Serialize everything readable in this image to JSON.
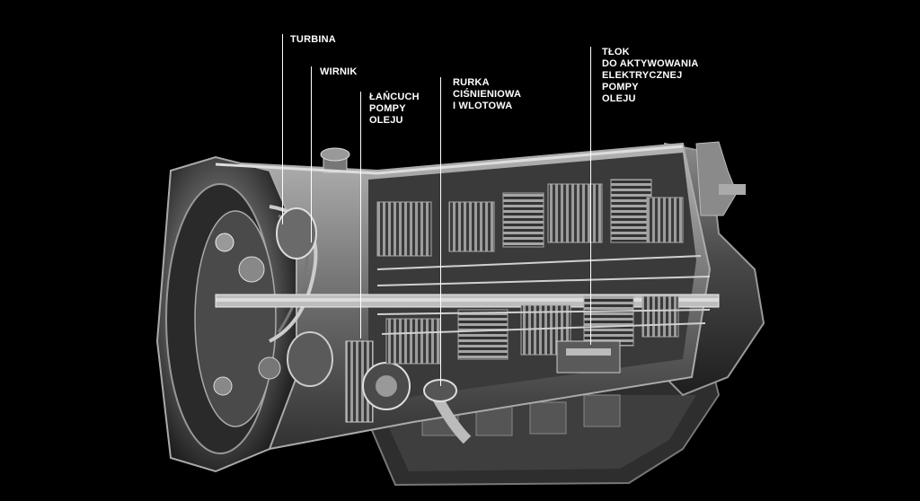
{
  "colors": {
    "background": "#000000",
    "label_text": "#ffffff",
    "leader_line": "#ffffff"
  },
  "illustration": {
    "subject": "transmission-cutaway"
  },
  "labels": {
    "turbine": {
      "lines": [
        "TURBINA"
      ]
    },
    "impeller": {
      "lines": [
        "WIRNIK"
      ]
    },
    "oil_pump_chain": {
      "lines": [
        "ŁAŃCUCH",
        "POMPY",
        "OLEJU"
      ]
    },
    "pressure_inlet_tube": {
      "lines": [
        "RURKA",
        "CIŚNIENIOWA",
        "I WLOTOWA"
      ]
    },
    "electric_pump_piston": {
      "lines": [
        "TŁOK",
        "DO AKTYWOWANIA",
        "ELEKTRYCZNEJ",
        "POMPY",
        "OLEJU"
      ]
    }
  }
}
